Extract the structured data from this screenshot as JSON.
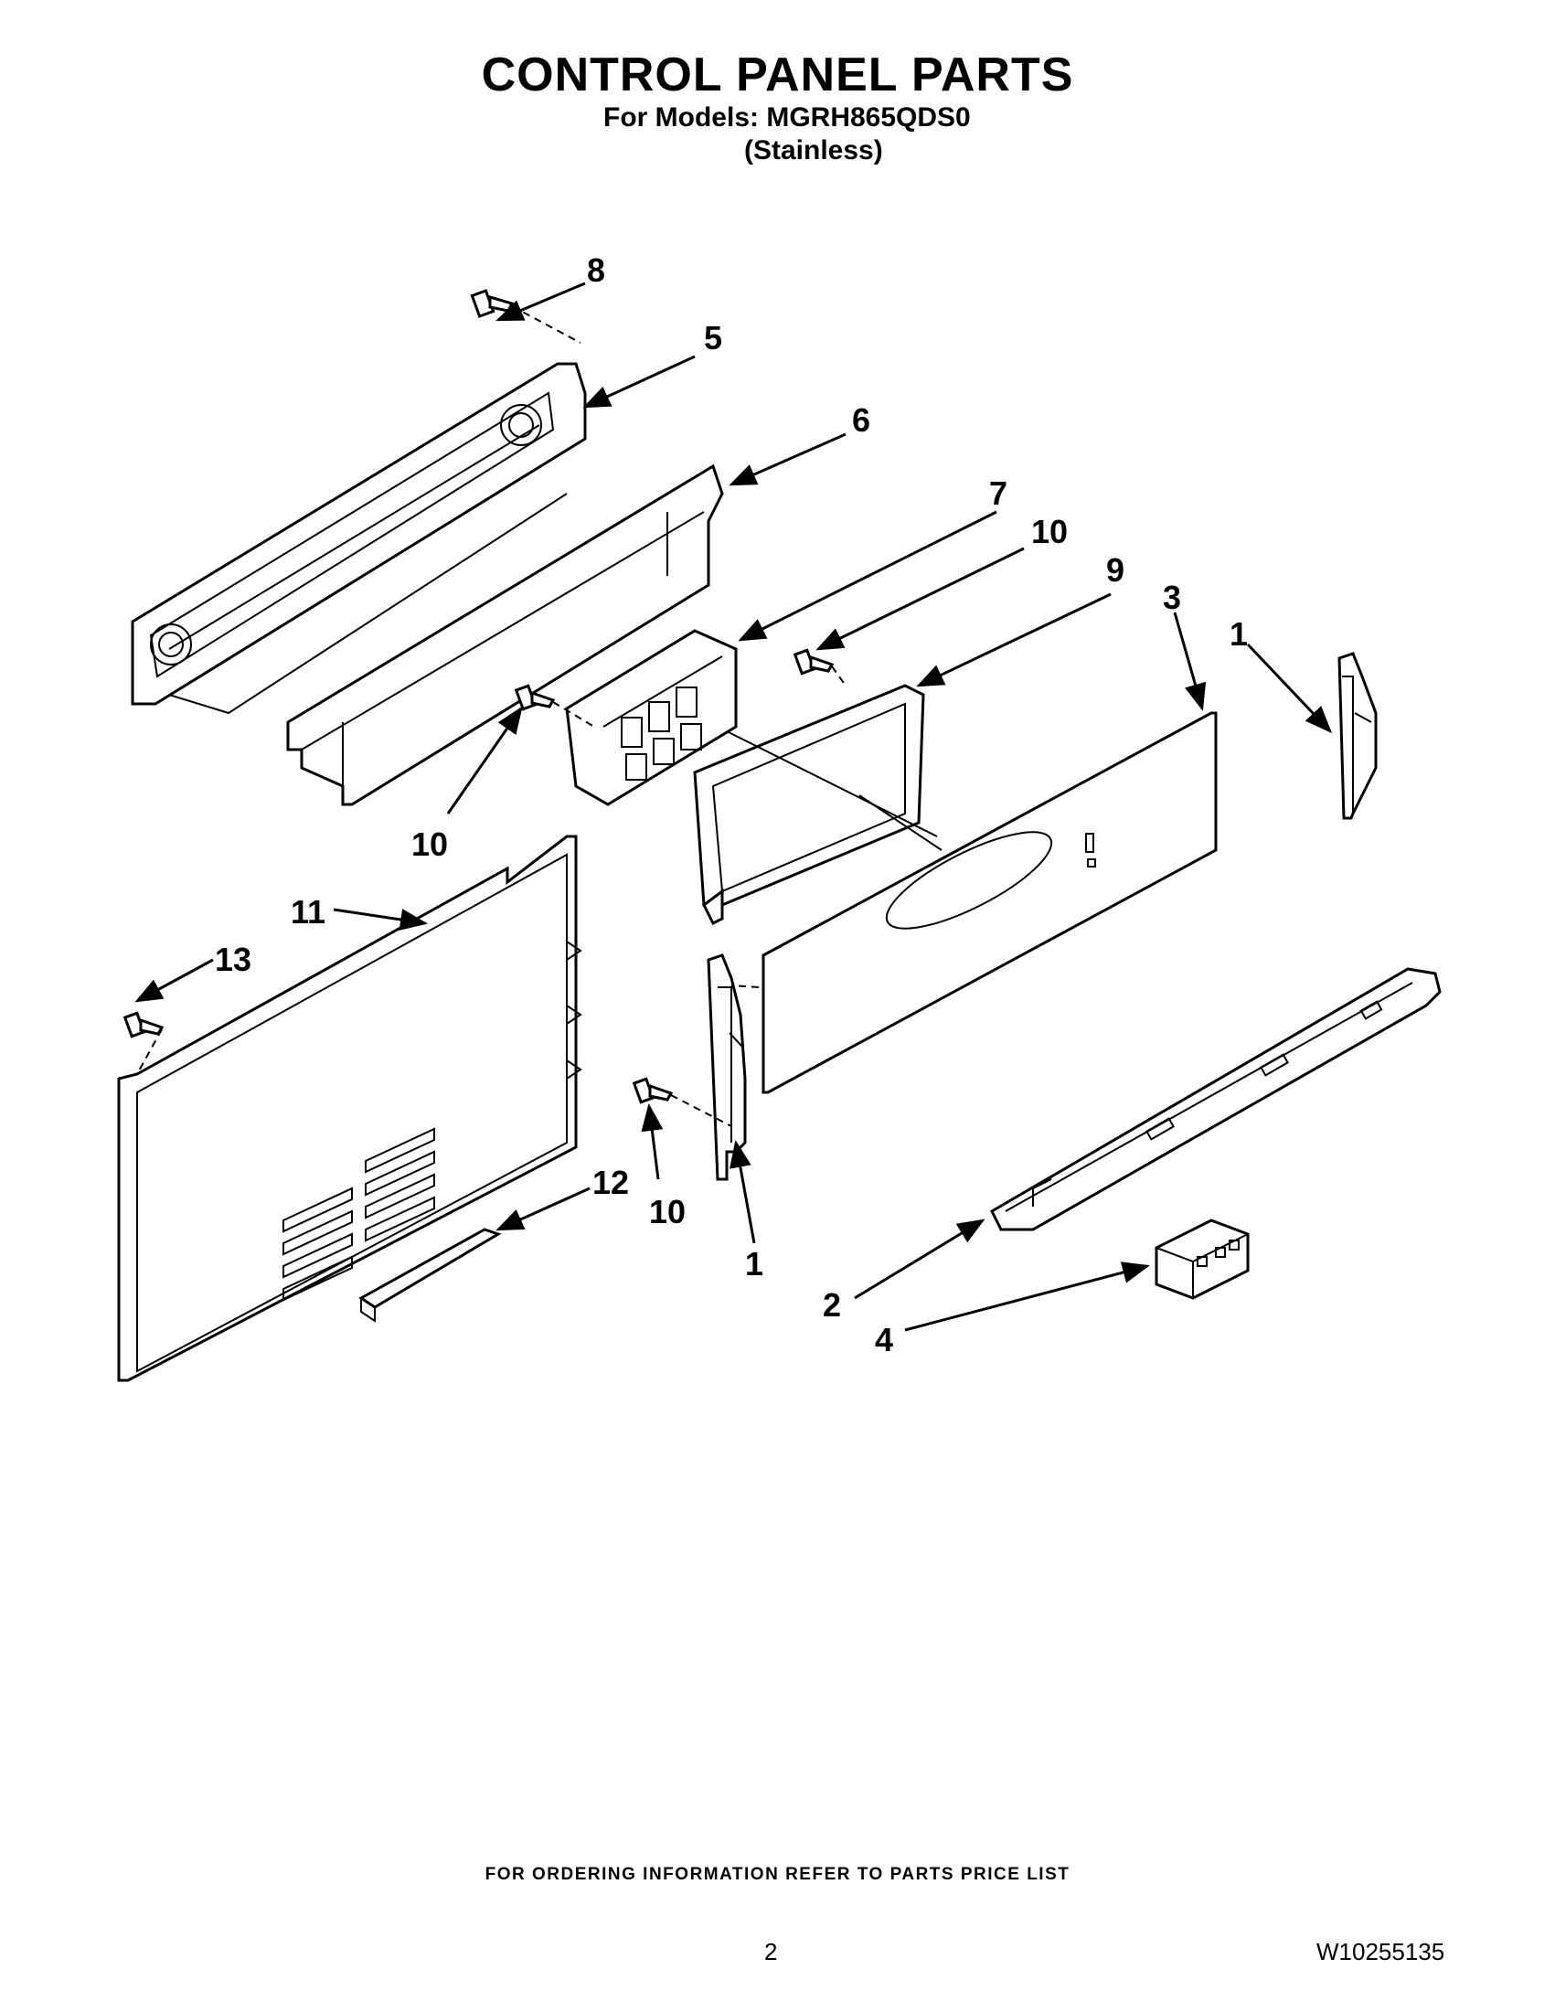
{
  "header": {
    "title": "CONTROL PANEL PARTS",
    "models_line": "For Models: MGRH865QDS0",
    "finish_line": "(Stainless)"
  },
  "callouts": {
    "c1a": "1",
    "c1b": "1",
    "c2": "2",
    "c3": "3",
    "c4": "4",
    "c5": "5",
    "c6": "6",
    "c7": "7",
    "c8": "8",
    "c9": "9",
    "c10a": "10",
    "c10b": "10",
    "c10c": "10",
    "c11": "11",
    "c12": "12",
    "c13": "13"
  },
  "footer": {
    "ordering_note": "FOR ORDERING INFORMATION REFER TO PARTS PRICE LIST",
    "page_number": "2",
    "document_number": "W10255135"
  }
}
